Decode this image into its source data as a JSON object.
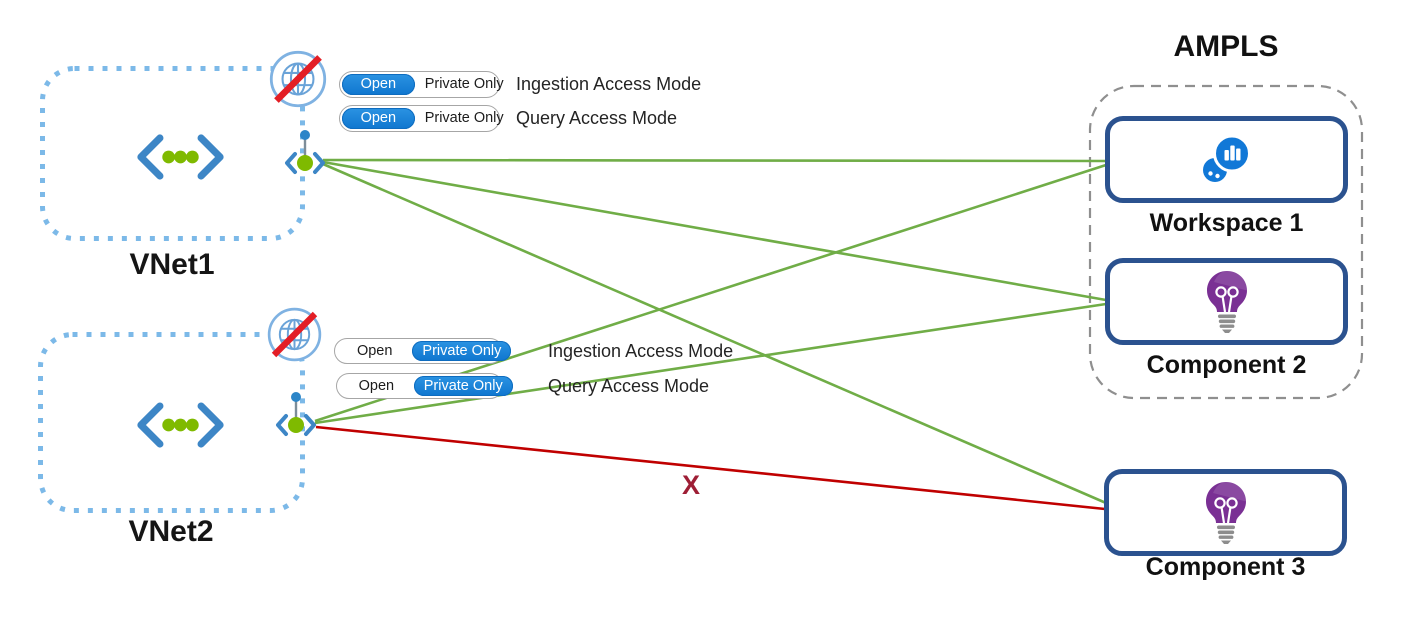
{
  "ampls": {
    "title": "AMPLS",
    "members": [
      {
        "label": "Workspace 1",
        "icon": "log-analytics-workspace-icon"
      },
      {
        "label": "Component 2",
        "icon": "app-insights-icon"
      }
    ]
  },
  "external_component": {
    "label": "Component 3",
    "icon": "app-insights-icon"
  },
  "vnet1": {
    "label": "VNet1",
    "internet_blocked": true,
    "toggles": [
      {
        "open": "Open",
        "private_only": "Private Only",
        "selected": "Open",
        "mode": "Ingestion Access Mode"
      },
      {
        "open": "Open",
        "private_only": "Private Only",
        "selected": "Open",
        "mode": "Query Access Mode"
      }
    ]
  },
  "vnet2": {
    "label": "VNet2",
    "internet_blocked": true,
    "toggles": [
      {
        "open": "Open",
        "private_only": "Private Only",
        "selected": "Private Only",
        "mode": "Ingestion Access Mode"
      },
      {
        "open": "Open",
        "private_only": "Private Only",
        "selected": "Private Only",
        "mode": "Query Access Mode"
      }
    ]
  },
  "blocked_marker": "X",
  "connections": [
    {
      "from": "VNet1",
      "to": "Workspace 1",
      "status": "allowed"
    },
    {
      "from": "VNet1",
      "to": "Component 2",
      "status": "allowed"
    },
    {
      "from": "VNet1",
      "to": "Component 3",
      "status": "allowed"
    },
    {
      "from": "VNet2",
      "to": "Workspace 1",
      "status": "allowed"
    },
    {
      "from": "VNet2",
      "to": "Component 2",
      "status": "allowed"
    },
    {
      "from": "VNet2",
      "to": "Component 3",
      "status": "blocked"
    }
  ],
  "colors": {
    "allowed_line": "#70ad47",
    "blocked_line": "#c00000",
    "vnet_border": "#7cb9e8",
    "ampls_border": "#8f8f8f",
    "resource_border": "#2b528f",
    "toggle_selected": "#1781d7",
    "log_analytics_blue": "#1178d7",
    "app_insights_purple": "#7a3094",
    "no_internet_red": "#e31e25"
  }
}
